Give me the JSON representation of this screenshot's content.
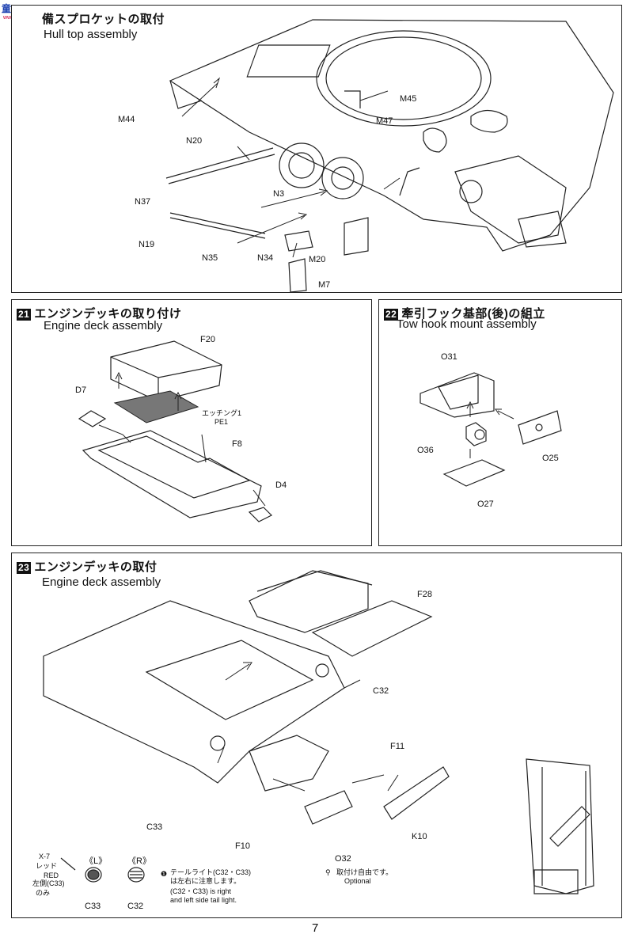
{
  "watermark": {
    "text": "童FENG SEARCH",
    "url": "www.feng.com"
  },
  "step20": {
    "title_jp": "備スプロケットの取付",
    "title_en": "Hull top assembly",
    "parts": [
      "M44",
      "M45",
      "M47",
      "N20",
      "N37",
      "N3",
      "N19",
      "N35",
      "N34",
      "M20",
      "M7"
    ]
  },
  "step21": {
    "number": "21",
    "title_jp": "エンジンデッキの取り付け",
    "title_en": "Engine deck assembly",
    "parts": [
      "F20",
      "D7",
      "F8",
      "D4"
    ],
    "etching_jp": "エッチング1",
    "etching_en": "PE1"
  },
  "step22": {
    "number": "22",
    "title_jp": "牽引フック基部(後)の組立",
    "title_en": "Tow hook mount  assembly",
    "parts": [
      "O31",
      "O36",
      "O25",
      "O27"
    ]
  },
  "step23": {
    "number": "23",
    "title_jp": "エンジンデッキの取付",
    "title_en": "Engine deck assembly",
    "parts": [
      "F28",
      "C32",
      "F11",
      "C33",
      "F10",
      "K10",
      "O32"
    ],
    "paint_note": {
      "code": "X-7",
      "jp": "レッド",
      "en": "RED",
      "side": "左側(C33)",
      "only": "のみ"
    },
    "left_label": "《L》",
    "right_label": "《R》",
    "bottom_parts": [
      "C33",
      "C32"
    ],
    "tail_light_jp": "テールライト(C32・C33)",
    "tail_light_jp2": "は左右に注意します。",
    "tail_light_en1": "(C32・C33) is right",
    "tail_light_en2": "and left side tail light.",
    "optional_jp": "取付け自由です。",
    "optional_en": "Optional"
  },
  "page_number": "7"
}
